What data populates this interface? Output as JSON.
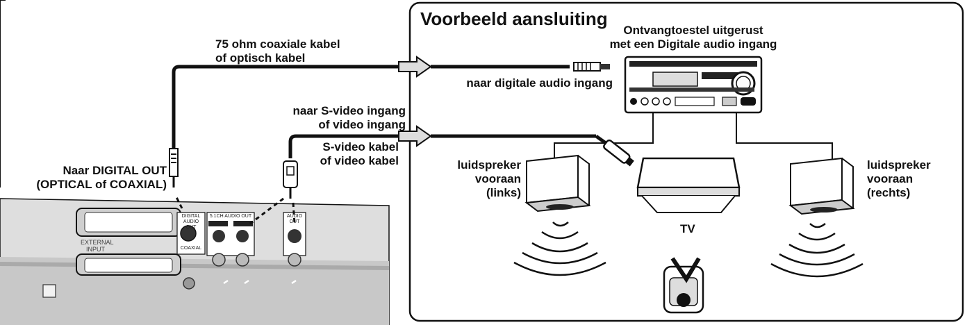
{
  "title": "Voorbeeld aansluiting",
  "labels": {
    "cable_top_1": "75 ohm coaxiale kabel",
    "cable_top_2": "of optisch kabel",
    "receiver_1": "Ontvangtoestel uitgerust",
    "receiver_2": "met een Digitale audio ingang",
    "digital_audio_in": "naar digitale audio ingang",
    "svideo_in_1": "naar S-video ingang",
    "svideo_in_2": "of video ingang",
    "svideo_cable_1": "S-video kabel",
    "svideo_cable_2": "of video kabel",
    "digital_out_1": "Naar DIGITAL OUT",
    "digital_out_2": "(OPTICAL of COAXIAL)",
    "speaker_left_1": "luidspreker",
    "speaker_left_2": "vooraan",
    "speaker_left_3": "(links)",
    "speaker_right_1": "luidspreker",
    "speaker_right_2": "vooraan",
    "speaker_right_3": "(rechts)",
    "tv": "TV"
  },
  "panel": {
    "digital_out_1": "DIGITAL",
    "digital_out_2": "AUDIO",
    "digital_out_3": "OUT",
    "coaxial": "COAXIAL",
    "audio_51": "5.1CH AUDIO OUT",
    "audio_out_1": "AUDIO",
    "audio_out_2": "OUT",
    "external_1": "EXTERNAL",
    "external_2": "INPUT"
  },
  "colors": {
    "line": "#111111",
    "panel": "#d9d9d9",
    "panel_dark": "#b8b8b8",
    "white": "#ffffff"
  }
}
